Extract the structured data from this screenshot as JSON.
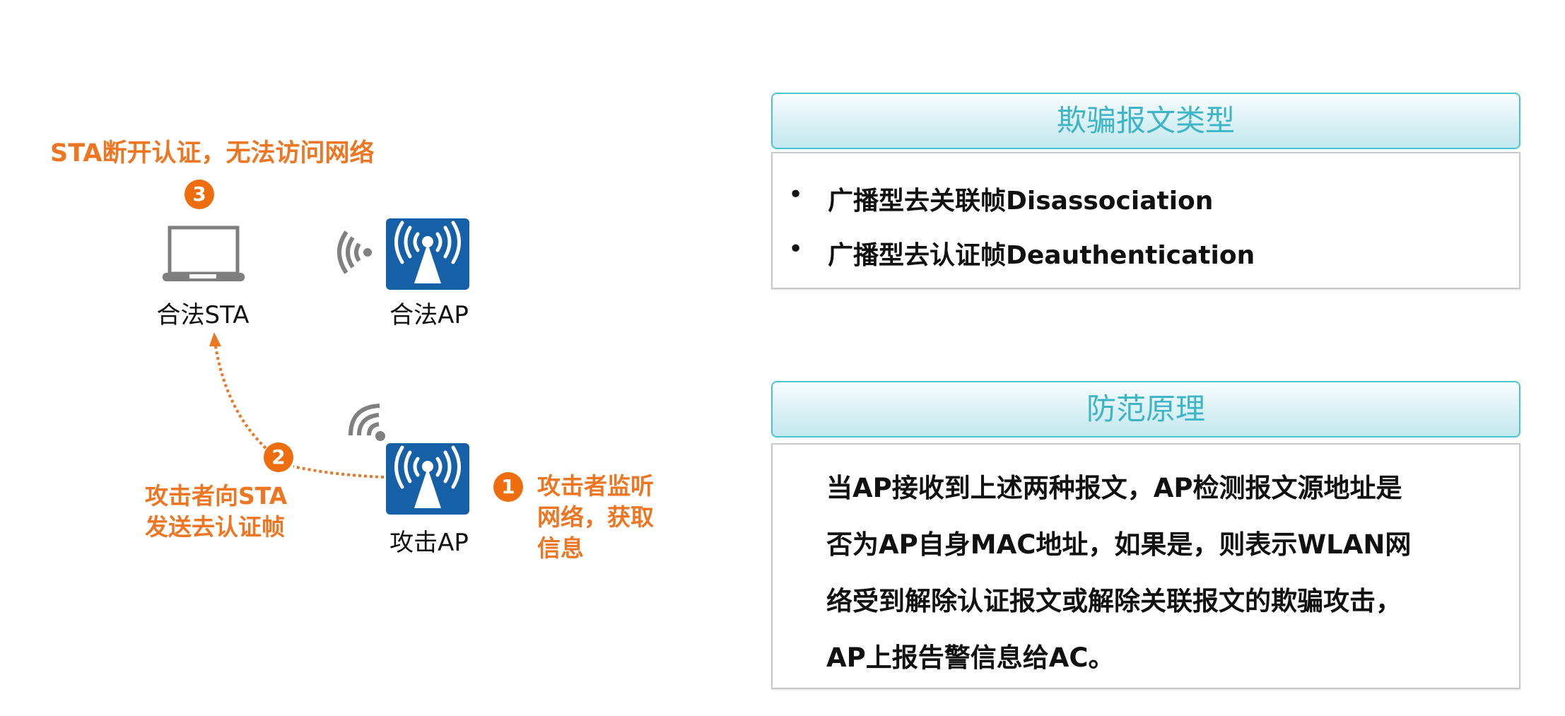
{
  "diagram": {
    "result_text": "STA断开认证，无法访问网络",
    "step3": "3",
    "sta_label": "合法STA",
    "legit_ap_label": "合法AP",
    "attack_ap_label": "攻击AP",
    "step2": "2",
    "step2_lines": [
      "攻击者向STA",
      "发送去认证帧"
    ],
    "step1": "1",
    "step1_lines": [
      "攻击者监听",
      "网络，获取",
      "信息"
    ],
    "colors": {
      "accent": "#ee7623",
      "ap_blue": "#1660a8",
      "header_teal": "#3db5c6"
    }
  },
  "types": {
    "title": "欺骗报文类型",
    "items": [
      "广播型去关联帧Disassociation",
      "广播型去认证帧Deauthentication"
    ]
  },
  "defense": {
    "title": "防范原理",
    "lines": [
      "当AP接收到上述两种报文，AP检测报文源地址是",
      "否为AP自身MAC地址，如果是，则表示WLAN网",
      "络受到解除认证报文或解除关联报文的欺骗攻击，",
      "AP上报告警信息给AC。"
    ]
  }
}
